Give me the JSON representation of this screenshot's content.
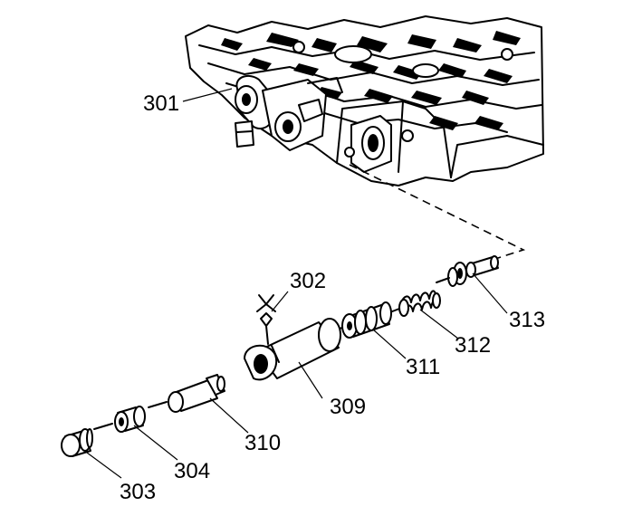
{
  "callouts": {
    "c301": "301",
    "c302": "302",
    "c303": "303",
    "c304": "304",
    "c309": "309",
    "c310": "310",
    "c311": "311",
    "c312": "312",
    "c313": "313"
  }
}
